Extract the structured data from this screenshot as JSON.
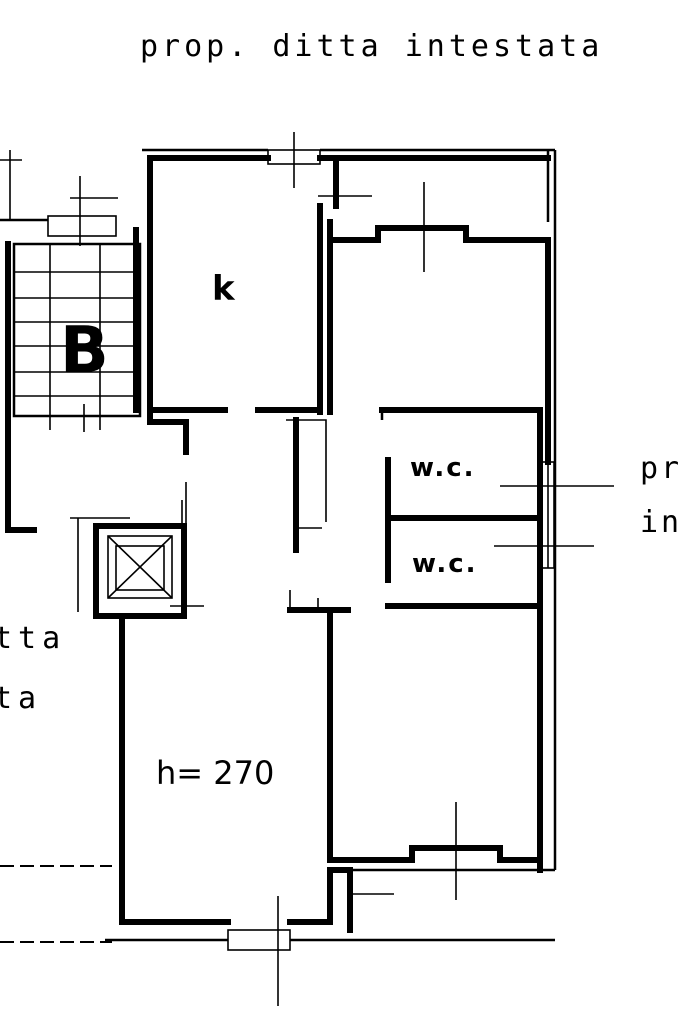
{
  "header": {
    "owner_label": "prop. ditta  intestata"
  },
  "right_label": {
    "line1": "pr",
    "line2": "in"
  },
  "left_label": {
    "line1": "tta",
    "line2": "ta"
  },
  "rooms": {
    "kitchen": "k",
    "stair": "B",
    "wc_upper": "w.c.",
    "wc_lower": "w.c.",
    "height": "h= 270"
  }
}
